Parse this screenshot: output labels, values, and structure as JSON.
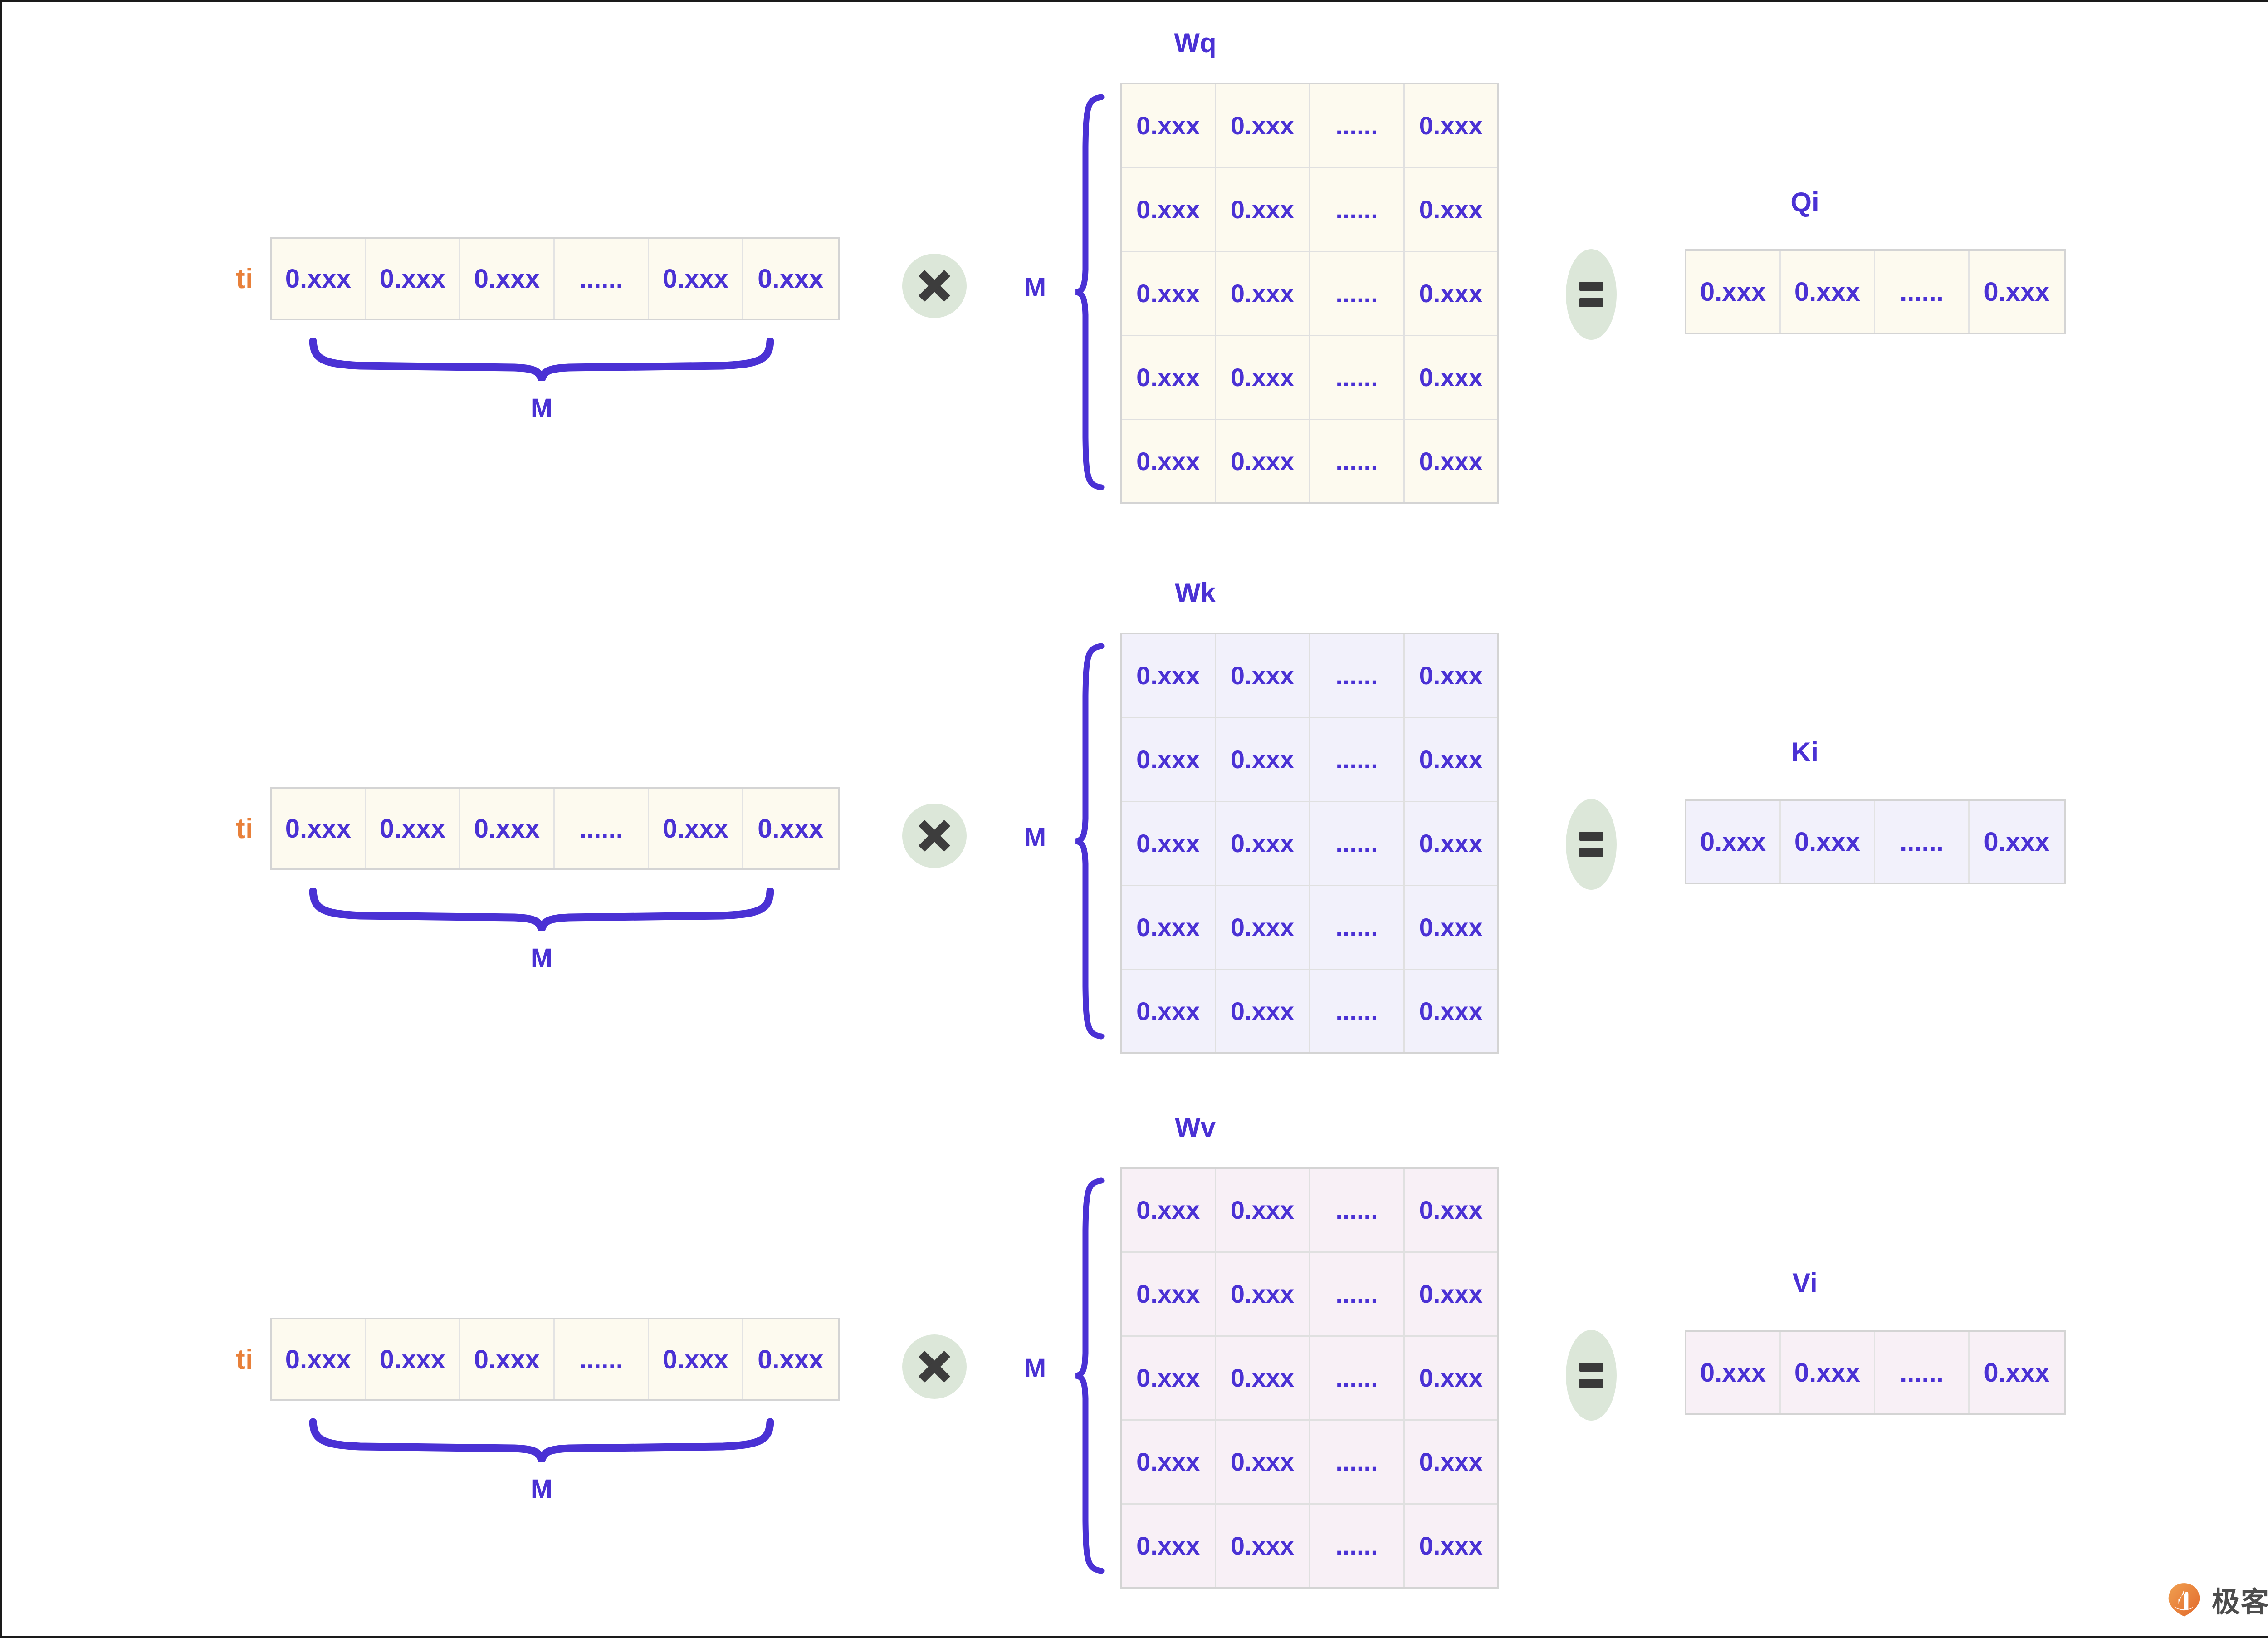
{
  "theme": {
    "accent_purple": "#4a31d4",
    "ti_orange": "#e8803a",
    "op_bubble_green": "#dce7d9",
    "op_glyph_dark": "#3d3d3d",
    "cell_border": "#e0e0e0",
    "outer_border": "#d4d4d4",
    "cream": "#fdfaef",
    "lavender": "#f2f1fb",
    "pink": "#f8f0f6",
    "logo_orange": "#e8803a",
    "logo_text": "#4d4d4d"
  },
  "tokens": {
    "value": "0.xxx",
    "ellipsis": "......",
    "dim_label": "M",
    "input_label": "ti",
    "multiply_icon": "multiply-icon",
    "equals_icon": "equals-icon"
  },
  "rows": [
    {
      "id": "q",
      "input": {
        "label": "ti",
        "cells": [
          "0.xxx",
          "0.xxx",
          "0.xxx",
          "......",
          "0.xxx",
          "0.xxx"
        ],
        "brace_label": "M"
      },
      "operator": "multiply-icon",
      "weight": {
        "title": "Wq",
        "dim_label": "M",
        "rows": [
          [
            "0.xxx",
            "0.xxx",
            "......",
            "0.xxx"
          ],
          [
            "0.xxx",
            "0.xxx",
            "......",
            "0.xxx"
          ],
          [
            "0.xxx",
            "0.xxx",
            "......",
            "0.xxx"
          ],
          [
            "0.xxx",
            "0.xxx",
            "......",
            "0.xxx"
          ],
          [
            "0.xxx",
            "0.xxx",
            "......",
            "0.xxx"
          ]
        ]
      },
      "equals": "equals-icon",
      "output": {
        "title": "Qi",
        "cells": [
          "0.xxx",
          "0.xxx",
          "......",
          "0.xxx"
        ]
      }
    },
    {
      "id": "k",
      "input": {
        "label": "ti",
        "cells": [
          "0.xxx",
          "0.xxx",
          "0.xxx",
          "......",
          "0.xxx",
          "0.xxx"
        ],
        "brace_label": "M"
      },
      "operator": "multiply-icon",
      "weight": {
        "title": "Wk",
        "dim_label": "M",
        "rows": [
          [
            "0.xxx",
            "0.xxx",
            "......",
            "0.xxx"
          ],
          [
            "0.xxx",
            "0.xxx",
            "......",
            "0.xxx"
          ],
          [
            "0.xxx",
            "0.xxx",
            "......",
            "0.xxx"
          ],
          [
            "0.xxx",
            "0.xxx",
            "......",
            "0.xxx"
          ],
          [
            "0.xxx",
            "0.xxx",
            "......",
            "0.xxx"
          ]
        ]
      },
      "equals": "equals-icon",
      "output": {
        "title": "Ki",
        "cells": [
          "0.xxx",
          "0.xxx",
          "......",
          "0.xxx"
        ]
      }
    },
    {
      "id": "v",
      "input": {
        "label": "ti",
        "cells": [
          "0.xxx",
          "0.xxx",
          "0.xxx",
          "......",
          "0.xxx",
          "0.xxx"
        ],
        "brace_label": "M"
      },
      "operator": "multiply-icon",
      "weight": {
        "title": "Wv",
        "dim_label": "M",
        "rows": [
          [
            "0.xxx",
            "0.xxx",
            "......",
            "0.xxx"
          ],
          [
            "0.xxx",
            "0.xxx",
            "......",
            "0.xxx"
          ],
          [
            "0.xxx",
            "0.xxx",
            "......",
            "0.xxx"
          ],
          [
            "0.xxx",
            "0.xxx",
            "......",
            "0.xxx"
          ],
          [
            "0.xxx",
            "0.xxx",
            "......",
            "0.xxx"
          ]
        ]
      },
      "equals": "equals-icon",
      "output": {
        "title": "Vi",
        "cells": [
          "0.xxx",
          "0.xxx",
          "......",
          "0.xxx"
        ]
      }
    }
  ],
  "watermark": {
    "text": "极客时间",
    "icon": "geektime-logo-icon"
  }
}
